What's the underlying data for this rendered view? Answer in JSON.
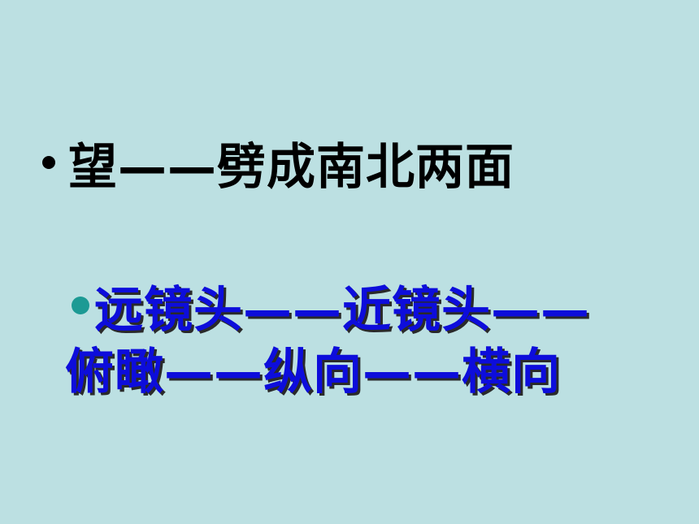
{
  "slide": {
    "line1": "望——劈成南北两面",
    "line2a": "远镜头——近镜头——",
    "line2b": "俯瞰——纵向——横向"
  },
  "colors": {
    "background": "#bce0e2",
    "heading_text": "#000000",
    "emphasis_text": "#0d0ddb",
    "bullet_teal": "#1c9a94"
  },
  "icons": {
    "bullet1": "bullet-dot-icon",
    "bullet2": "bullet-teal-dot-icon"
  }
}
